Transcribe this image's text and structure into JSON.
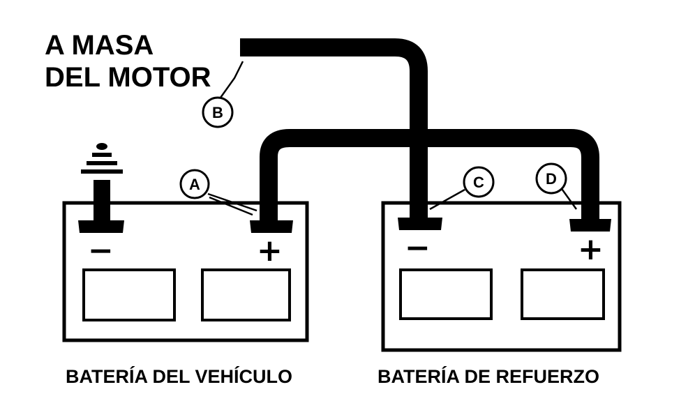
{
  "heading": {
    "line1": "A MASA",
    "line2": "DEL MOTOR"
  },
  "callouts": {
    "a": "A",
    "b": "B",
    "c": "C",
    "d": "D"
  },
  "vehicle_battery": {
    "caption": "BATERÍA DEL VEHÍCULO",
    "negative_sign": "−",
    "positive_sign": "+"
  },
  "booster_battery": {
    "caption": "BATERÍA DE REFUERZO",
    "negative_sign": "−",
    "positive_sign": "+"
  },
  "colors": {
    "ink": "#000000",
    "background": "#ffffff"
  },
  "icons": [
    "ground-symbol-icon"
  ]
}
